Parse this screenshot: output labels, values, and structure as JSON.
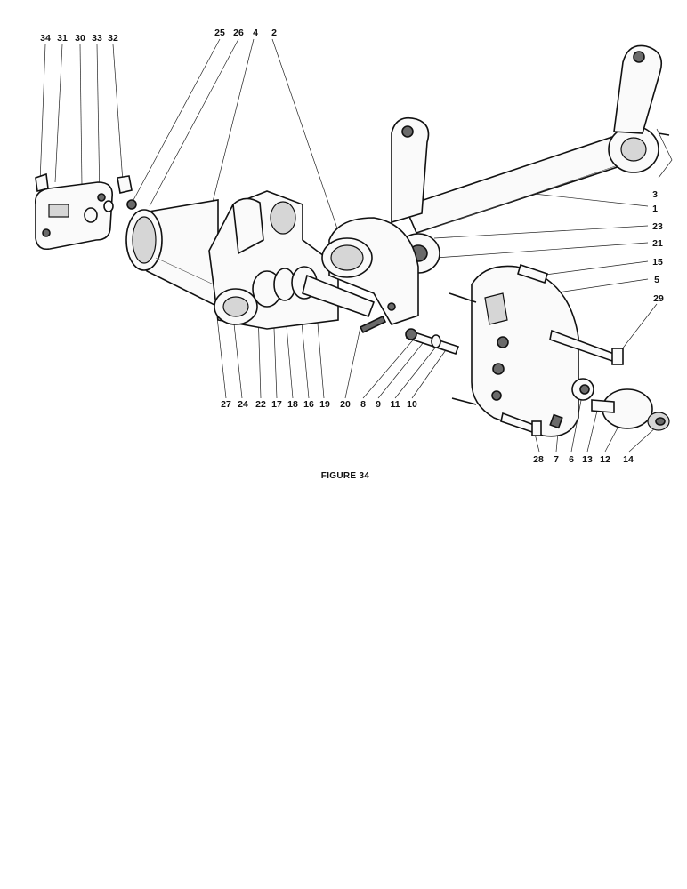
{
  "figure": {
    "caption": "FIGURE 34",
    "callouts": [
      "34",
      "31",
      "30",
      "33",
      "32",
      "25",
      "26",
      "4",
      "2",
      "3",
      "1",
      "23",
      "21",
      "15",
      "5",
      "29",
      "27",
      "24",
      "22",
      "17",
      "18",
      "16",
      "19",
      "20",
      "8",
      "9",
      "11",
      "10",
      "28",
      "7",
      "6",
      "13",
      "12",
      "14"
    ]
  }
}
